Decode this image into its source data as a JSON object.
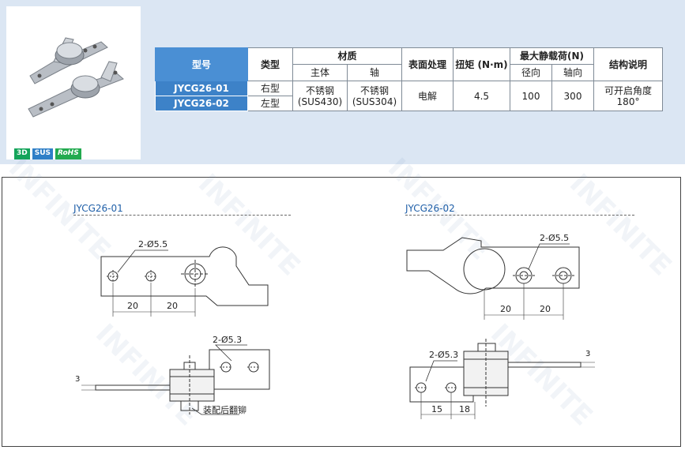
{
  "spec_table": {
    "headers": {
      "model": "型号",
      "type": "类型",
      "material": "材质",
      "material_main": "主体",
      "material_shaft": "轴",
      "surface": "表面处理",
      "torque": "扭矩 (N·m)",
      "max_load": "最大静载荷(N)",
      "load_radial": "径向",
      "load_axial": "轴向",
      "structure": "结构说明"
    },
    "rows": [
      {
        "model": "JYCG26-01",
        "type": "右型"
      },
      {
        "model": "JYCG26-02",
        "type": "左型"
      }
    ],
    "shared": {
      "main_material_1": "不锈钢",
      "main_material_2": "(SUS430)",
      "shaft_material_1": "不锈钢",
      "shaft_material_2": "(SUS304)",
      "surface": "电解",
      "torque": "4.5",
      "radial": "100",
      "axial": "300",
      "structure_1": "可开启角度",
      "structure_2": "180°"
    }
  },
  "badges": {
    "b3d": "3D",
    "sus": "SUS",
    "rohs": "RoHS"
  },
  "drawings": {
    "left_title": "JYCG26-01",
    "right_title": "JYCG26-02",
    "left": {
      "hole_top": "2-Ø5.5",
      "dim_a": "20",
      "dim_b": "20",
      "hole_side": "2-Ø5.3",
      "thickness": "3",
      "rivet_note": "装配后翻铆"
    },
    "right": {
      "hole_top": "2-Ø5.5",
      "dim_a": "20",
      "dim_b": "20",
      "hole_side": "2-Ø5.3",
      "thickness": "3",
      "dim_c": "15",
      "dim_d": "18"
    }
  },
  "watermark": "INFINITE"
}
